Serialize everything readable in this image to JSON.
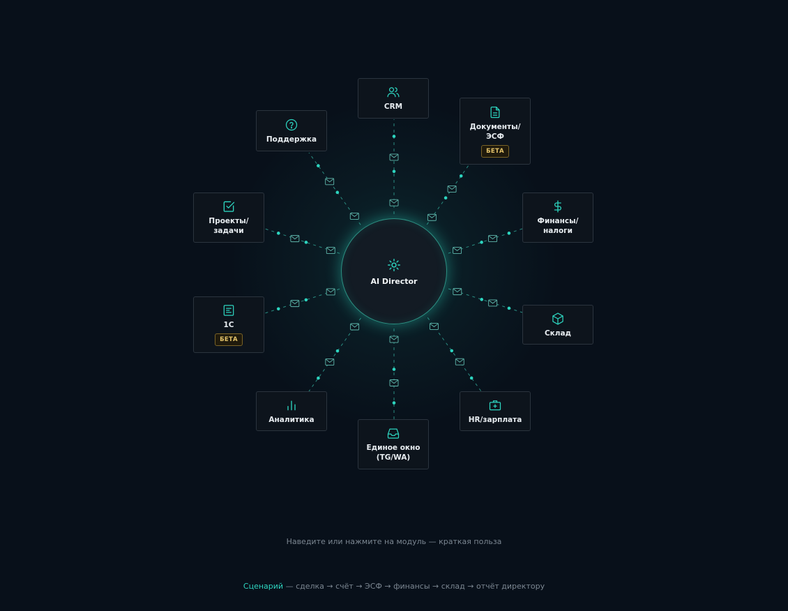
{
  "hub": {
    "label": "AI Director",
    "icon": "sun-icon"
  },
  "modules": [
    {
      "id": "crm",
      "label": "CRM",
      "icon": "users-icon",
      "beta": ""
    },
    {
      "id": "docs",
      "label": "Документы/\nЭСФ",
      "icon": "file-text-icon",
      "beta": "БЕТА"
    },
    {
      "id": "finance",
      "label": "Финансы/\nналоги",
      "icon": "dollar-icon",
      "beta": ""
    },
    {
      "id": "warehouse",
      "label": "Склад",
      "icon": "box-icon",
      "beta": ""
    },
    {
      "id": "hr",
      "label": "HR/зарплата",
      "icon": "briefcase-icon",
      "beta": ""
    },
    {
      "id": "inbox",
      "label": "Единое окно\n(TG/WA)",
      "icon": "inbox-icon",
      "beta": ""
    },
    {
      "id": "analytics",
      "label": "Аналитика",
      "icon": "bar-chart-icon",
      "beta": ""
    },
    {
      "id": "onec",
      "label": "1С",
      "icon": "list-icon",
      "beta": "БЕТА"
    },
    {
      "id": "projects",
      "label": "Проекты/\nзадачи",
      "icon": "check-square-icon",
      "beta": ""
    },
    {
      "id": "support",
      "label": "Поддержка",
      "icon": "help-circle-icon",
      "beta": ""
    }
  ],
  "hint": "Наведите или нажмите на модуль — краткая польза",
  "scenario": {
    "accent": "Сценарий",
    "rest": " — сделка → счёт → ЭСФ → финансы → склад → отчёт директору"
  },
  "colors": {
    "accent": "#2dd4bf",
    "beta": "#e3c36a",
    "background": "#08101a"
  }
}
